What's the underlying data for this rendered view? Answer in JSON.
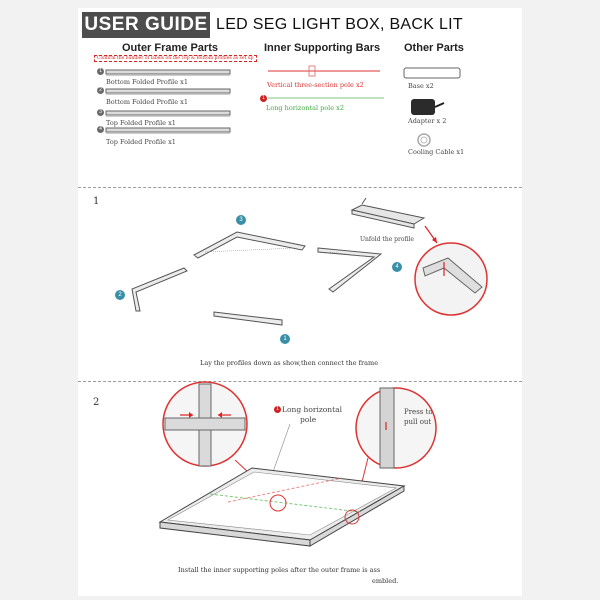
{
  "header": {
    "badge": "USER GUIDE",
    "title": "LED SEG LIGHT BOX, BACK LIT"
  },
  "columns": {
    "outer": {
      "title": "Outer Frame Parts",
      "note": "Confirm the number of labels on the Top & Bottom profiles as set up",
      "items": [
        {
          "num": "1",
          "label": "Bottom Folded Profile x1"
        },
        {
          "num": "2",
          "label": "Bottom Folded Profile x1"
        },
        {
          "num": "3",
          "label": "Top Folded Profile x1"
        },
        {
          "num": "4",
          "label": "Top Folded Profile x1"
        }
      ]
    },
    "inner": {
      "title": "Inner Supporting Bars",
      "items": [
        {
          "label": "Vertical three-section pole x2"
        },
        {
          "num": "1",
          "label": "Long horizontal pole x2"
        }
      ]
    },
    "other": {
      "title": "Other Parts",
      "items": [
        {
          "label": "Base x2"
        },
        {
          "label": "Adapter x 2"
        },
        {
          "label": "Cooling Cable x1"
        }
      ]
    }
  },
  "step1": {
    "num": "1",
    "callouts": [
      "1",
      "2",
      "3",
      "4"
    ],
    "unfold": "Unfold the profile",
    "caption": "Lay the profiles down as show,then connect the frame"
  },
  "step2": {
    "num": "2",
    "pole_num": "1",
    "pole_label_1": "Long horizontal",
    "pole_label_2": "pole",
    "press_1": "Press to",
    "press_2": "pull out",
    "caption_1": "Install the inner supporting poles after the outer frame is ass",
    "caption_2": "embled."
  },
  "colors": {
    "badge": "#4d4d4d",
    "red": "#d22222",
    "green": "#4aa04a",
    "teal": "#3a8fa8"
  }
}
